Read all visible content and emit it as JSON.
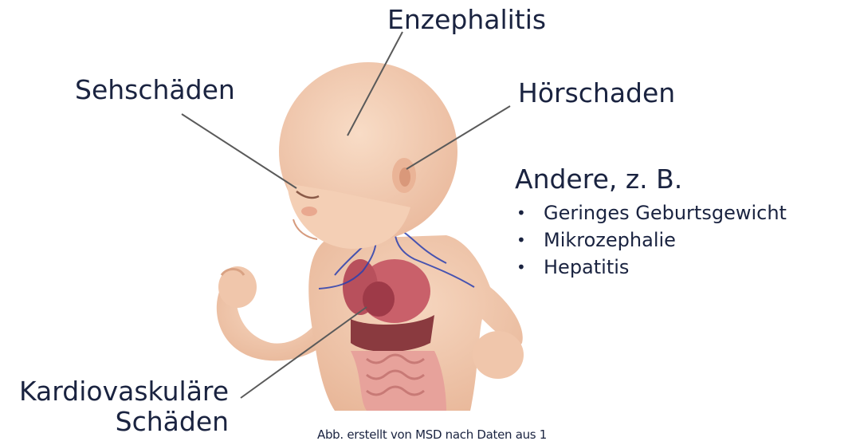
{
  "labels": {
    "encephalitis": "Enzephalitis",
    "vision": "Sehschäden",
    "hearing": "Hörschaden",
    "cardio_line1": "Kardiovaskuläre",
    "cardio_line2": "Schäden"
  },
  "other": {
    "heading": "Andere, z. B.",
    "items": [
      "Geringes Geburtsgewicht",
      "Mikrozephalie",
      "Hepatitis"
    ]
  },
  "caption": "Abb. erstellt von MSD nach Daten aus 1",
  "colors": {
    "text": "#1a2340",
    "skin": "#f2cdb3",
    "organ": "#c0505a",
    "vessel": "#2a3fb0"
  }
}
